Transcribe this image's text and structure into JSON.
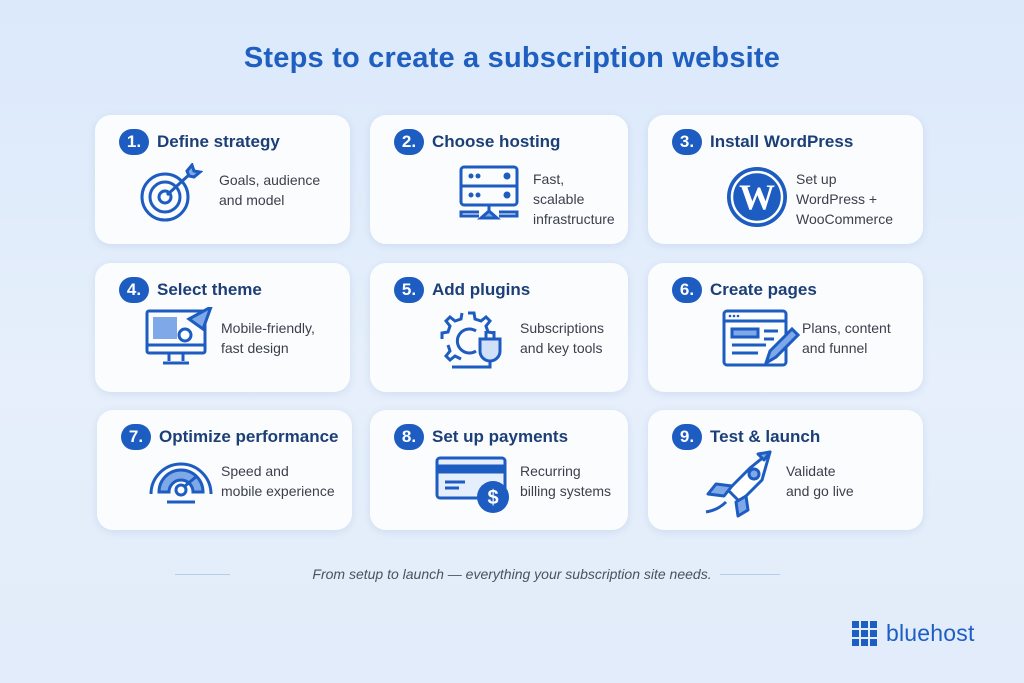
{
  "title": "Steps to create a subscription website",
  "steps": [
    {
      "number": "1.",
      "title": "Define strategy",
      "desc": [
        "Goals, audience",
        "and model"
      ],
      "icon": "target-icon"
    },
    {
      "number": "2.",
      "title": "Choose hosting",
      "desc": [
        "Fast,",
        "scalable",
        "infrastructure"
      ],
      "icon": "server-icon"
    },
    {
      "number": "3.",
      "title": "Install WordPress",
      "desc": [
        "Set up",
        "WordPress +",
        "WooCommerce"
      ],
      "icon": "wordpress-logo-icon"
    },
    {
      "number": "4.",
      "title": "Select theme",
      "desc": [
        "Mobile-friendly,",
        "fast design"
      ],
      "icon": "monitor-brush-icon"
    },
    {
      "number": "5.",
      "title": "Add plugins",
      "desc": [
        "Subscriptions",
        "and key tools"
      ],
      "icon": "gear-plug-icon"
    },
    {
      "number": "6.",
      "title": "Create pages",
      "desc": [
        "Plans, content",
        "and funnel"
      ],
      "icon": "page-edit-icon"
    },
    {
      "number": "7.",
      "title": "Optimize performance",
      "desc": [
        "Speed and",
        "mobile experience"
      ],
      "icon": "speedometer-icon"
    },
    {
      "number": "8.",
      "title": "Set up payments",
      "desc": [
        "Recurring",
        "billing systems"
      ],
      "icon": "credit-card-dollar-icon"
    },
    {
      "number": "9.",
      "title": "Test & launch",
      "desc": [
        "Validate",
        "and go live"
      ],
      "icon": "rocket-icon"
    }
  ],
  "tagline": "From setup to launch — everything your subscription site needs.",
  "brand": {
    "name": "bluehost",
    "color": "#1c5ec4"
  },
  "colors": {
    "accent": "#1d5cc0",
    "title": "#1e5fbf",
    "heading": "#1c3f77",
    "icon_fill": "#7fa8e8"
  }
}
